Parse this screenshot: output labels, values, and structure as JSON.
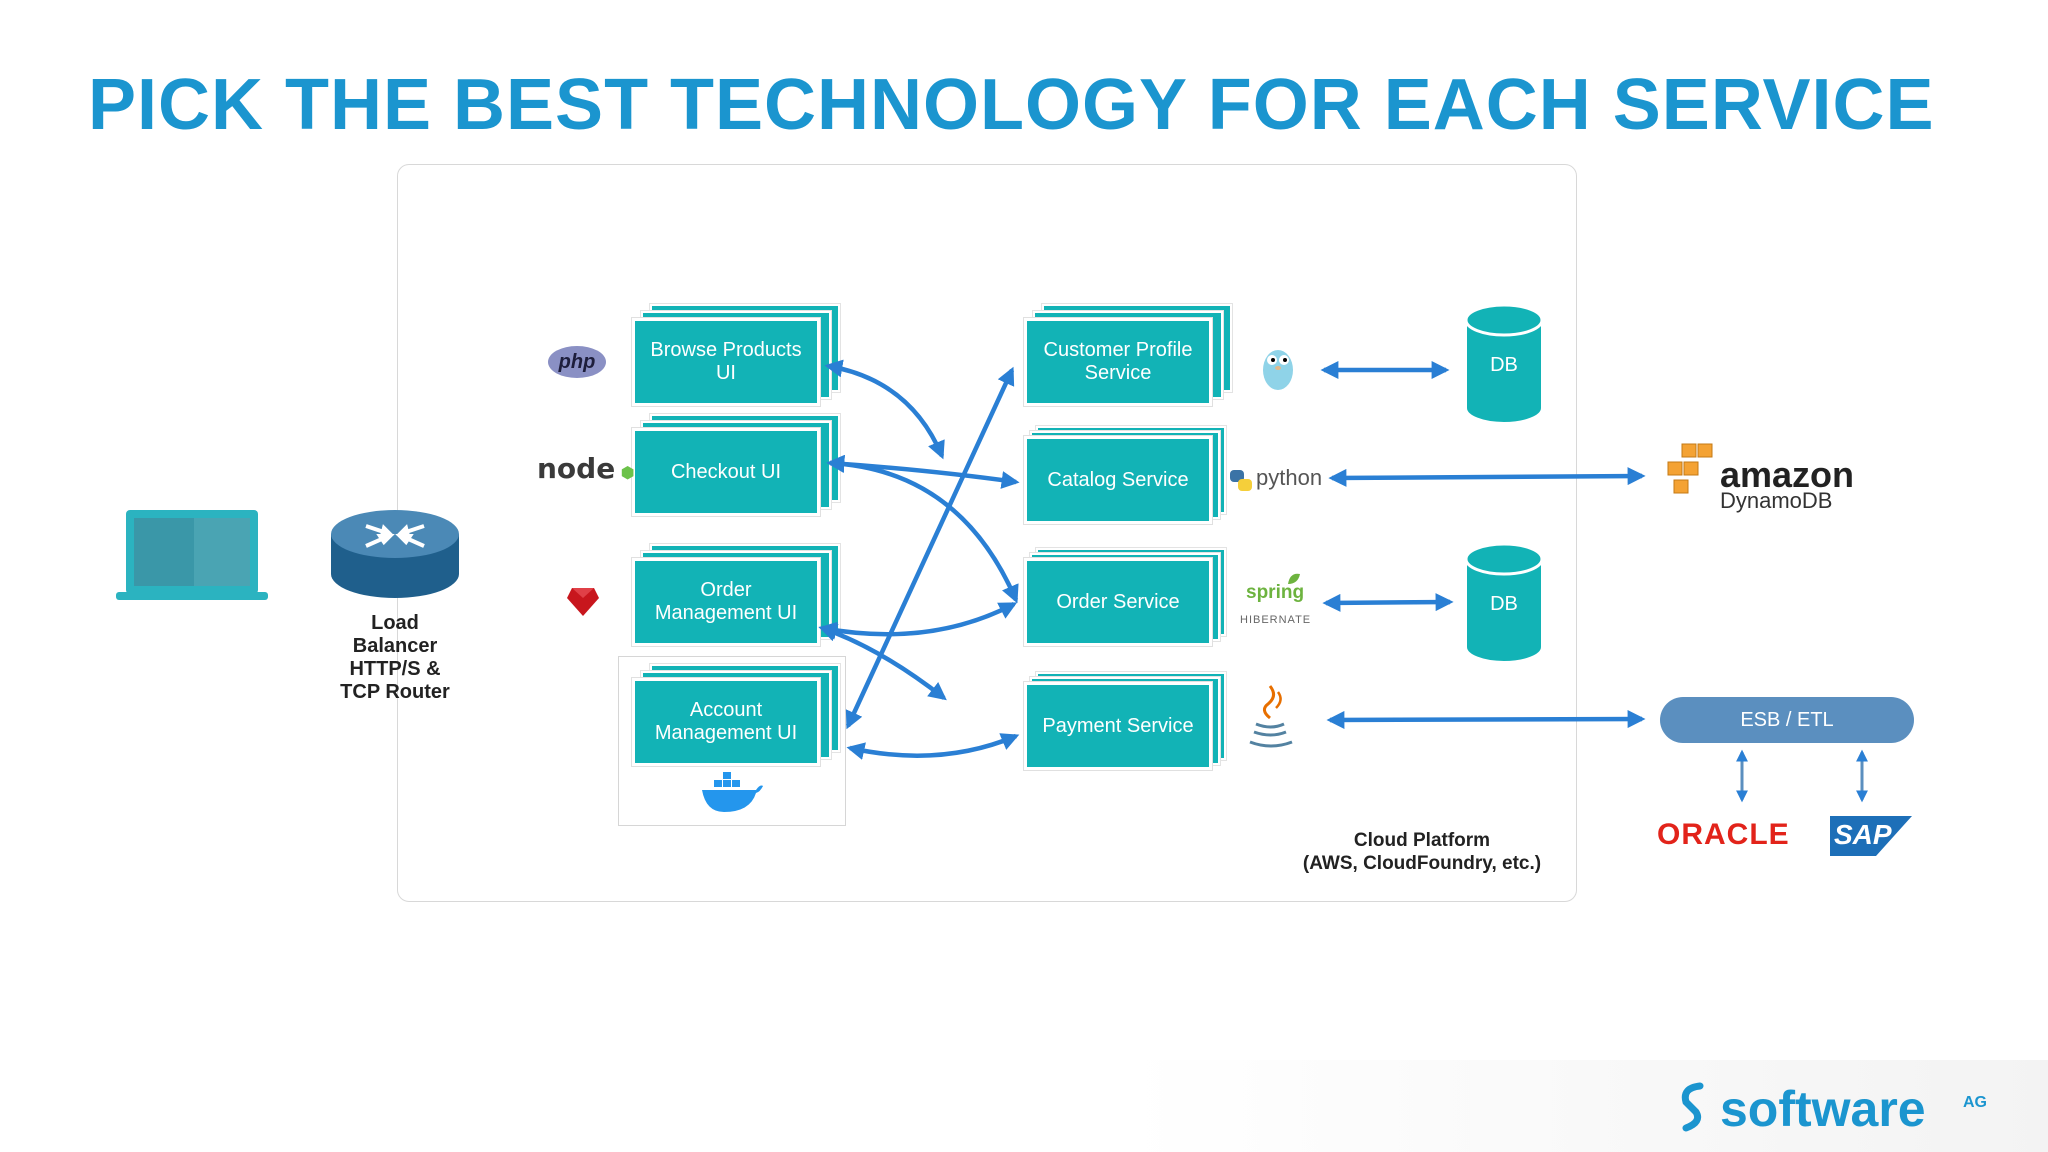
{
  "title": "PICK THE BEST TECHNOLOGY FOR EACH SERVICE",
  "load_balancer_label": "Load\nBalancer\nHTTP/S &\nTCP Router",
  "ui_services": [
    "Browse Products\nUI",
    "Checkout UI",
    "Order\nManagement UI",
    "Account\nManagement UI"
  ],
  "backend_services": [
    "Customer Profile\nService",
    "Catalog Service",
    "Order Service",
    "Payment Service"
  ],
  "technologies": {
    "php": "php",
    "node": "node",
    "python": "python",
    "spring": "spring",
    "hibernate": "HIBERNATE",
    "amazon": "amazon",
    "dynamodb": "DynamoDB",
    "oracle": "ORACLE",
    "sap": "SAP"
  },
  "icons": {
    "laptop": "laptop-icon",
    "router": "router-icon",
    "ruby": "ruby-icon",
    "docker": "docker-icon",
    "go": "go-gopher-icon",
    "java": "java-icon",
    "aws": "aws-boxes-icon"
  },
  "db_labels": [
    "DB",
    "DB"
  ],
  "esb_label": "ESB / ETL",
  "cloud_label": "Cloud Platform\n(AWS, CloudFoundry, etc.)",
  "brand": {
    "name": "software",
    "suffix": "AG"
  },
  "colors": {
    "teal": "#12b3b6",
    "arrow": "#2a7fd4",
    "title": "#1b95cf",
    "esb": "#5b8fbf"
  }
}
